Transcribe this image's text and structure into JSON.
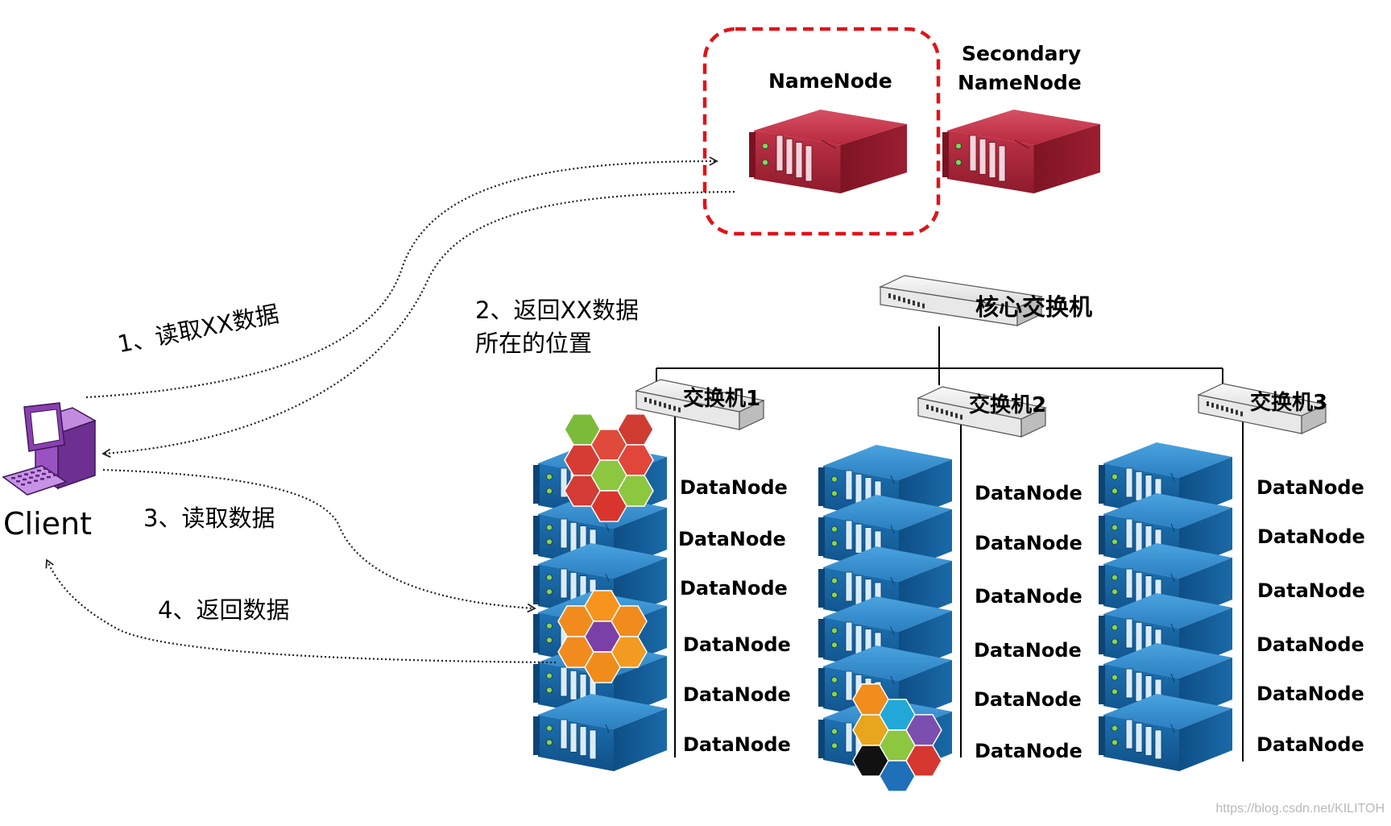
{
  "namenode": {
    "label": "NameNode"
  },
  "secondary_namenode": {
    "line1": "Secondary",
    "line2": "NameNode"
  },
  "client": {
    "label": "Client"
  },
  "core_switch": {
    "label": "核心交换机"
  },
  "switches": [
    {
      "label": "交换机1"
    },
    {
      "label": "交换机2"
    },
    {
      "label": "交换机3"
    }
  ],
  "datanode_label": "DataNode",
  "steps": [
    {
      "text": "1、读取XX数据"
    },
    {
      "line1": "2、返回XX数据",
      "line2": "所在的位置"
    },
    {
      "text": "3、读取数据"
    },
    {
      "text": "4、返回数据"
    }
  ],
  "watermark": "https://blog.csdn.net/KILITOH",
  "colors": {
    "namenode_server": "#b8283c",
    "datanode_server": "#1f78b8",
    "client_computer": "#8b3fb0",
    "dashed_box": "#e0131a",
    "switch": "#e8e8e8"
  }
}
